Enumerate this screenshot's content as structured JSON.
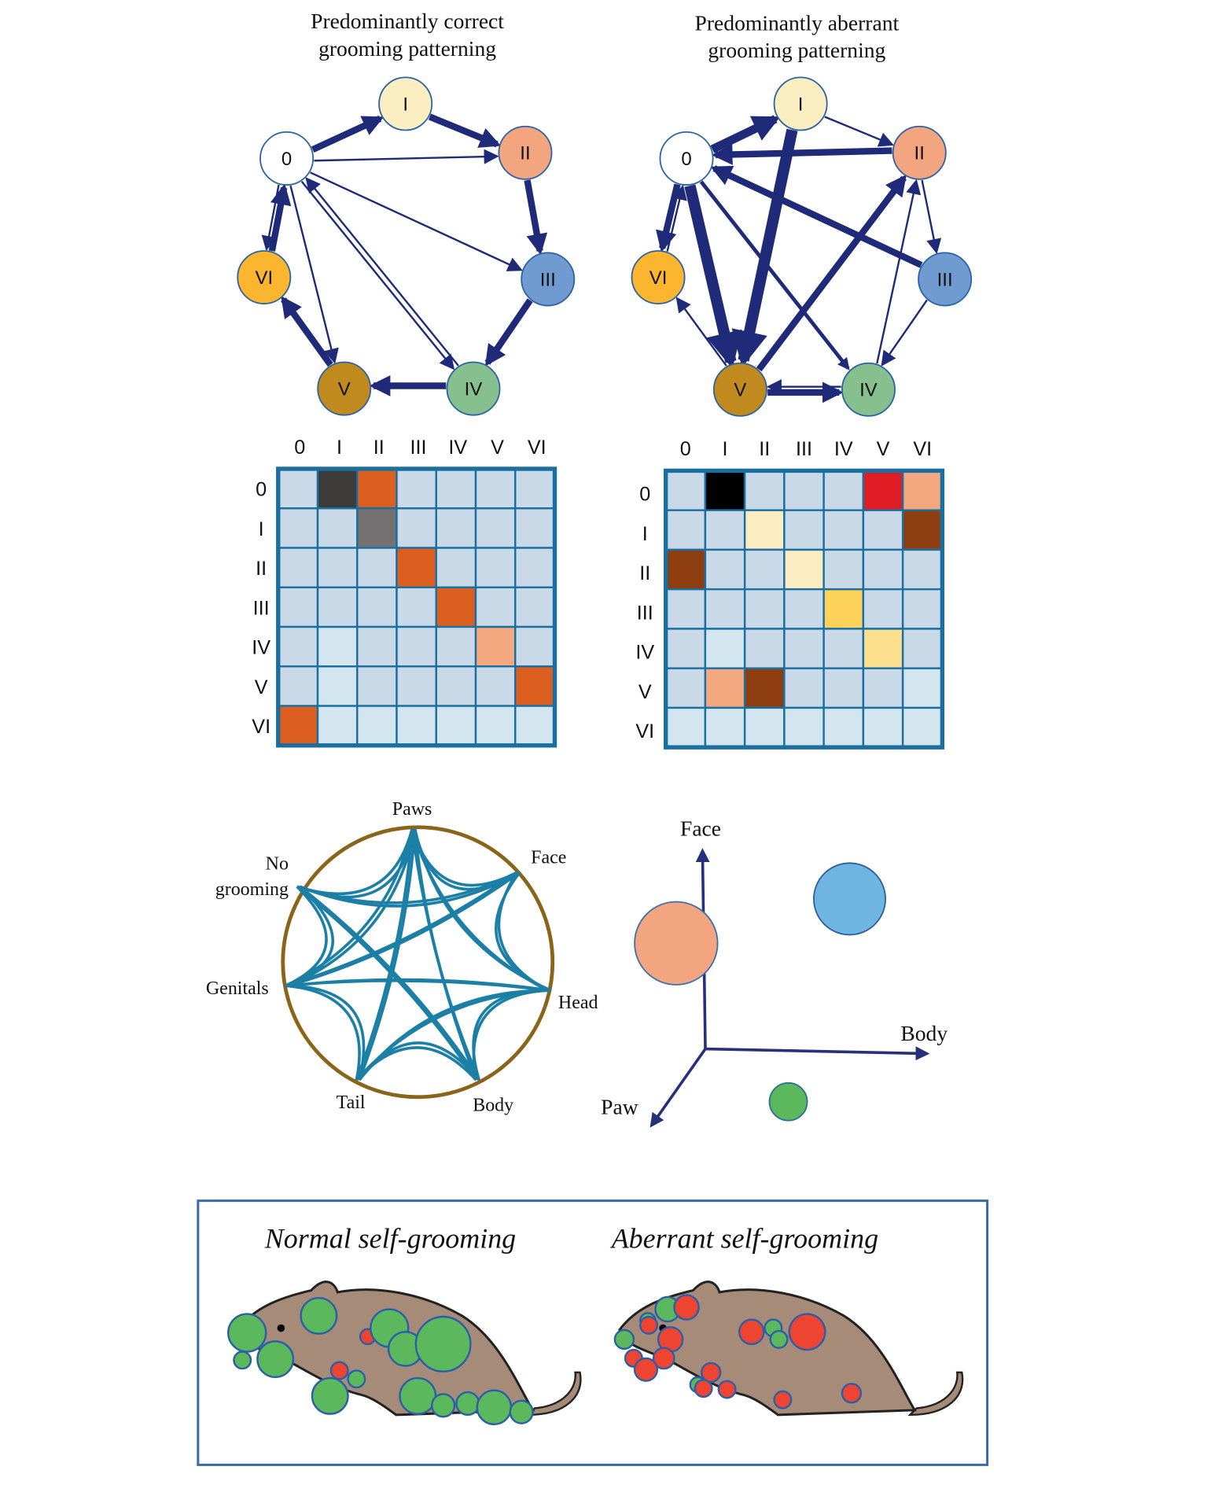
{
  "colors": {
    "edge": "#1f2a78",
    "cell": "#c9d9e8",
    "cell_light": "#d3e5ee",
    "grid": "#1a6fa0",
    "chord": "#1b7fa6",
    "ring": "#8a6418",
    "axis": "#27307a"
  },
  "graphs": [
    {
      "title_line1": "Predominantly correct",
      "title_line2": "grooming patterning",
      "edges": [
        [
          "0",
          "I",
          3
        ],
        [
          "I",
          "II",
          3
        ],
        [
          "0",
          "II",
          1
        ],
        [
          "II",
          "III",
          3
        ],
        [
          "III",
          "IV",
          3
        ],
        [
          "IV",
          "V",
          3
        ],
        [
          "V",
          "VI",
          3
        ],
        [
          "VI",
          "0",
          3
        ],
        [
          "0",
          "VI",
          1
        ],
        [
          "0",
          "III",
          1
        ],
        [
          "0",
          "IV",
          1
        ],
        [
          "IV",
          "0",
          1
        ],
        [
          "0",
          "V",
          1
        ]
      ]
    },
    {
      "title_line1": "Predominantly aberrant",
      "title_line2": "grooming patterning",
      "edges": [
        [
          "0",
          "I",
          4
        ],
        [
          "I",
          "II",
          1
        ],
        [
          "II",
          "0",
          3
        ],
        [
          "I",
          "V",
          5
        ],
        [
          "0",
          "V",
          5
        ],
        [
          "V",
          "II",
          3
        ],
        [
          "II",
          "III",
          1
        ],
        [
          "III",
          "0",
          3
        ],
        [
          "III",
          "IV",
          1
        ],
        [
          "IV",
          "II",
          1
        ],
        [
          "0",
          "IV",
          2
        ],
        [
          "V",
          "IV",
          3
        ],
        [
          "IV",
          "V",
          1
        ],
        [
          "V",
          "VI",
          1
        ],
        [
          "0",
          "VI",
          3
        ],
        [
          "VI",
          "0",
          1
        ]
      ]
    }
  ],
  "nodes": [
    {
      "id": "0",
      "color": "#ffffff"
    },
    {
      "id": "I",
      "color": "#fbeec0"
    },
    {
      "id": "II",
      "color": "#f3a57f"
    },
    {
      "id": "III",
      "color": "#6f9bd0"
    },
    {
      "id": "IV",
      "color": "#86c08e"
    },
    {
      "id": "V",
      "color": "#c08a1e"
    },
    {
      "id": "VI",
      "color": "#fbb52f"
    }
  ],
  "matrix_labels": [
    "0",
    "I",
    "II",
    "III",
    "IV",
    "V",
    "VI"
  ],
  "matrices": [
    {
      "cells": [
        [
          0,
          1,
          "#3d3a3a"
        ],
        [
          0,
          2,
          "#dc5f20"
        ],
        [
          1,
          2,
          "#767171"
        ],
        [
          2,
          3,
          "#dc5f20"
        ],
        [
          3,
          4,
          "#dc5f20"
        ],
        [
          4,
          5,
          "#f4a880"
        ],
        [
          5,
          6,
          "#dc5f20"
        ],
        [
          6,
          0,
          "#dc5f20"
        ]
      ]
    },
    {
      "cells": [
        [
          0,
          1,
          "#000000"
        ],
        [
          0,
          5,
          "#e01c24"
        ],
        [
          0,
          6,
          "#f4a880"
        ],
        [
          1,
          2,
          "#fcecc2"
        ],
        [
          1,
          6,
          "#8f3e12"
        ],
        [
          2,
          0,
          "#8f3e12"
        ],
        [
          2,
          3,
          "#fcecc2"
        ],
        [
          3,
          4,
          "#fcd25a"
        ],
        [
          4,
          5,
          "#fce08e"
        ],
        [
          5,
          1,
          "#f4a880"
        ],
        [
          5,
          2,
          "#8f3e12"
        ]
      ]
    }
  ],
  "chord": {
    "labels": {
      "paws": "Paws",
      "face": "Face",
      "no_grooming_1": "No",
      "no_grooming_2": "grooming",
      "genitals": "Genitals",
      "head": "Head",
      "tail": "Tail",
      "body": "Body"
    },
    "links": [
      [
        "paws",
        "face"
      ],
      [
        "paws",
        "head"
      ],
      [
        "paws",
        "body"
      ],
      [
        "paws",
        "tail"
      ],
      [
        "paws",
        "genitals"
      ],
      [
        "paws",
        "nogroom"
      ],
      [
        "face",
        "head"
      ],
      [
        "face",
        "genitals"
      ],
      [
        "face",
        "nogroom"
      ],
      [
        "head",
        "body"
      ],
      [
        "head",
        "genitals"
      ],
      [
        "head",
        "tail"
      ],
      [
        "body",
        "tail"
      ],
      [
        "body",
        "nogroom"
      ],
      [
        "genitals",
        "nogroom"
      ],
      [
        "tail",
        "genitals"
      ]
    ]
  },
  "space": {
    "axes": {
      "face": "Face",
      "body": "Body",
      "paw": "Paw"
    },
    "points": [
      {
        "color": "#f3a57f"
      },
      {
        "color": "#6fb5e2"
      },
      {
        "color": "#5cb85c"
      }
    ]
  },
  "panel": {
    "normal_title": "Normal self-grooming",
    "aberrant_title": "Aberrant self-grooming",
    "green": "#5cb85c",
    "red": "#ee4432",
    "mouse": "#a58b78"
  }
}
